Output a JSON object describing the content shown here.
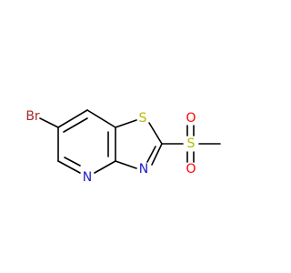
{
  "molecule": {
    "colors": {
      "bond": "#000000",
      "Br": "#a52a2a",
      "S": "#b8b800",
      "N": "#1d1dc7",
      "O": "#ff0000"
    },
    "atoms": {
      "br": "Br",
      "s_ring": "S",
      "n_pyridine": "N",
      "n_thiazole": "N",
      "s_sulfonyl": "S",
      "o_top": "O",
      "o_bottom": "O"
    }
  }
}
